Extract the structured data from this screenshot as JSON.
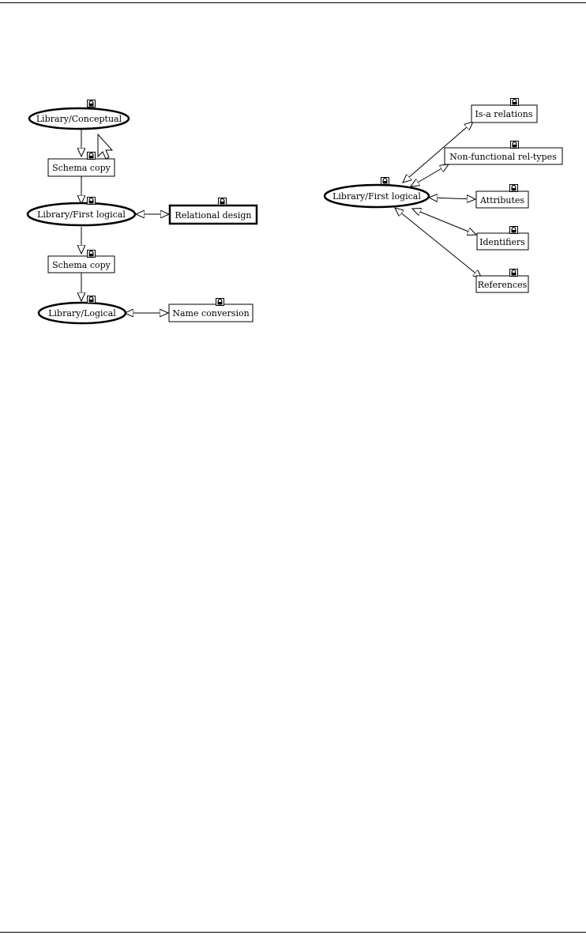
{
  "left_diagram": {
    "schema_nodes": [
      {
        "id": "n1",
        "label": "Library/Conceptual"
      },
      {
        "id": "n3",
        "label": "Library/First logical"
      },
      {
        "id": "n6",
        "label": "Library/Logical"
      }
    ],
    "process_nodes": [
      {
        "id": "n2",
        "label": "Schema copy"
      },
      {
        "id": "n4",
        "label": "Relational design",
        "selected": true
      },
      {
        "id": "n5",
        "label": "Schema copy"
      },
      {
        "id": "n7",
        "label": "Name conversion"
      }
    ]
  },
  "right_diagram": {
    "schema_nodes": [
      {
        "id": "r0",
        "label": "Library/First logical"
      }
    ],
    "process_nodes": [
      {
        "id": "r1",
        "label": "Is-a relations"
      },
      {
        "id": "r2",
        "label": "Non-functional rel-types"
      },
      {
        "id": "r3",
        "label": "Attributes"
      },
      {
        "id": "r4",
        "label": "Identifiers"
      },
      {
        "id": "r5",
        "label": "References"
      }
    ]
  },
  "colors": {
    "stroke": "#000000",
    "background": "#ffffff"
  },
  "icons": {
    "node_marker": "lock-icon",
    "cursor": "mouse-pointer-icon"
  }
}
